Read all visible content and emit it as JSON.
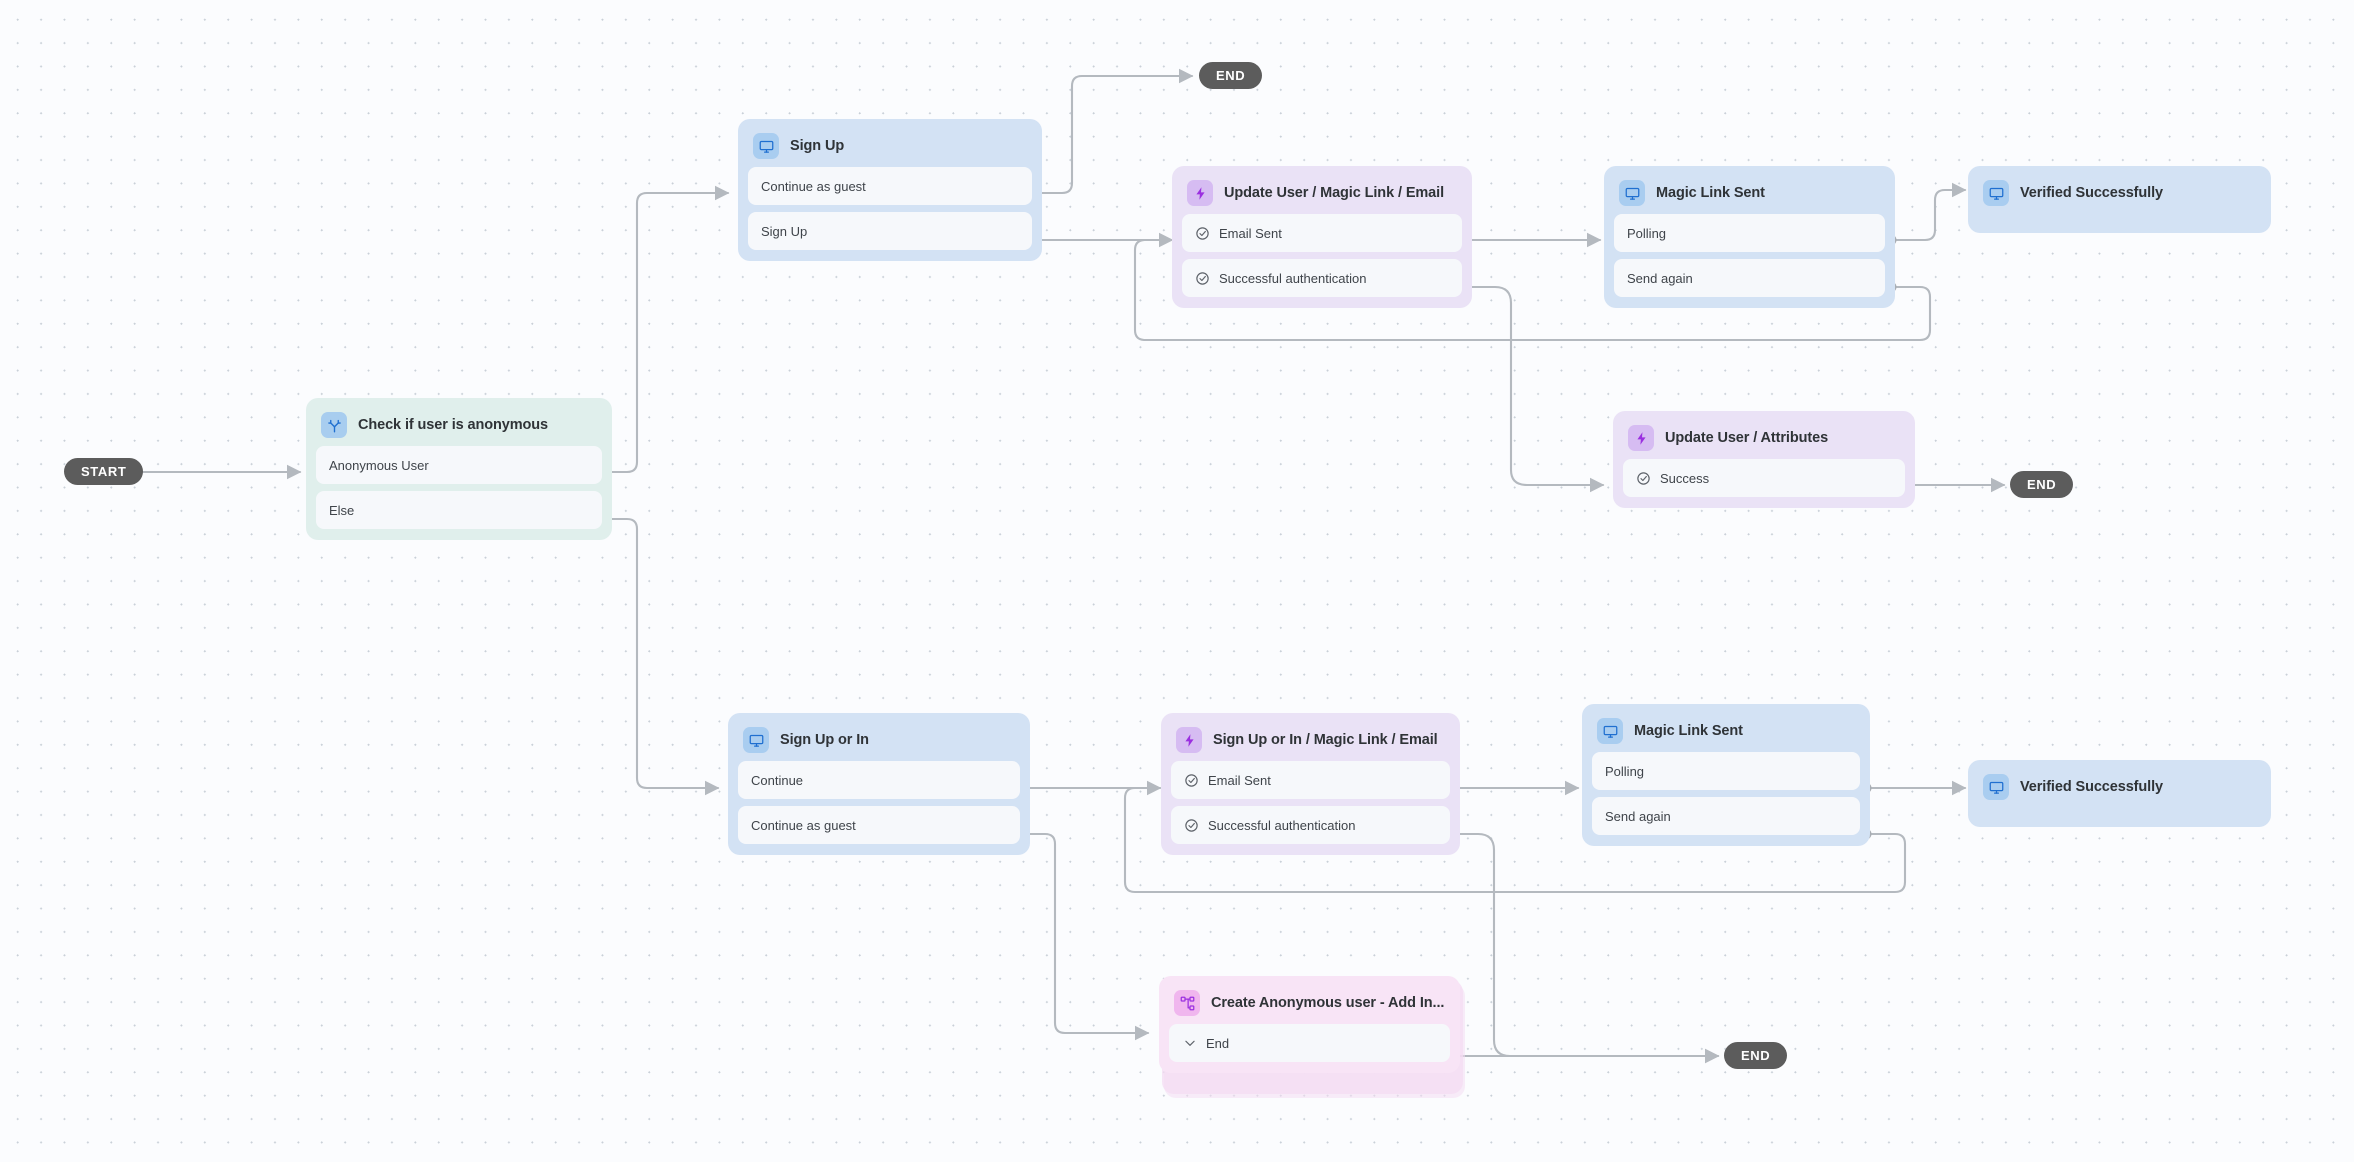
{
  "canvas": {
    "background_color": "#fbfcfe",
    "grid_dot_color": "#c9d0d8",
    "edge_color": "#b4b9bf"
  },
  "terminals": {
    "start_label": "START",
    "end_label": "END"
  },
  "nodes": {
    "check_anonymous": {
      "title": "Check if user is anonymous",
      "icon": "branch-icon",
      "color": "#e0efec",
      "rows": [
        {
          "label": "Anonymous User",
          "icon": "none"
        },
        {
          "label": "Else",
          "icon": "none"
        }
      ]
    },
    "sign_up": {
      "title": "Sign Up",
      "icon": "screen-icon",
      "color": "#d3e2f4",
      "rows": [
        {
          "label": "Continue as guest",
          "icon": "none"
        },
        {
          "label": "Sign Up",
          "icon": "none"
        }
      ]
    },
    "update_user_magic_link_email": {
      "title": "Update User / Magic Link / Email",
      "icon": "lightning-icon",
      "color": "#eae2f6",
      "rows": [
        {
          "label": "Email Sent",
          "icon": "check-circle-icon"
        },
        {
          "label": "Successful authentication",
          "icon": "check-circle-icon"
        }
      ]
    },
    "magic_link_sent_top": {
      "title": "Magic Link Sent",
      "icon": "screen-icon",
      "color": "#d3e2f4",
      "rows": [
        {
          "label": "Polling",
          "icon": "none"
        },
        {
          "label": "Send again",
          "icon": "none"
        }
      ]
    },
    "verified_successfully_top": {
      "title": "Verified Successfully",
      "icon": "screen-icon",
      "color": "#d3e2f4",
      "rows": []
    },
    "update_user_attributes": {
      "title": "Update User / Attributes",
      "icon": "lightning-icon",
      "color": "#eae2f6",
      "rows": [
        {
          "label": "Success",
          "icon": "check-circle-icon"
        }
      ]
    },
    "sign_up_or_in": {
      "title": "Sign Up or In",
      "icon": "screen-icon",
      "color": "#d3e2f4",
      "rows": [
        {
          "label": "Continue",
          "icon": "none"
        },
        {
          "label": "Continue as guest",
          "icon": "none"
        }
      ]
    },
    "sign_up_or_in_magic_link_email": {
      "title": "Sign Up or In / Magic Link / Email",
      "icon": "lightning-icon",
      "color": "#eae2f6",
      "rows": [
        {
          "label": "Email Sent",
          "icon": "check-circle-icon"
        },
        {
          "label": "Successful authentication",
          "icon": "check-circle-icon"
        }
      ]
    },
    "magic_link_sent_bottom": {
      "title": "Magic Link Sent",
      "icon": "screen-icon",
      "color": "#d3e2f4",
      "rows": [
        {
          "label": "Polling",
          "icon": "none"
        },
        {
          "label": "Send again",
          "icon": "none"
        }
      ]
    },
    "verified_successfully_bottom": {
      "title": "Verified Successfully",
      "icon": "screen-icon",
      "color": "#d3e2f4",
      "rows": []
    },
    "create_anonymous_user": {
      "title": "Create Anonymous user - Add In...",
      "icon": "hierarchy-icon",
      "color": "#f8e4f6",
      "stacked": true,
      "rows": [
        {
          "label": "End",
          "icon": "chevron-down-icon"
        }
      ]
    }
  }
}
